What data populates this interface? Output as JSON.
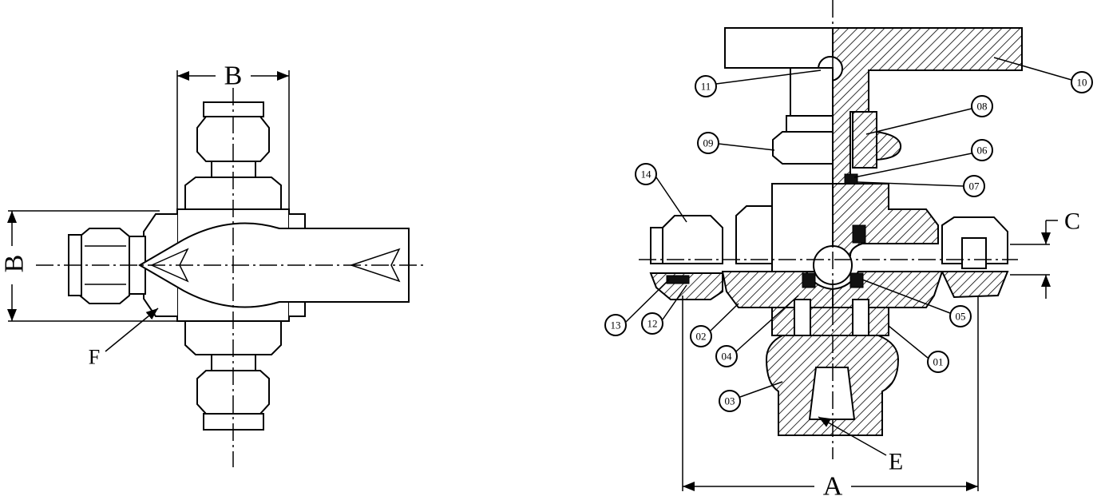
{
  "left_view": {
    "dimension_top": "B",
    "dimension_left": "B",
    "callout_f": "F"
  },
  "section_view": {
    "callouts": [
      "11",
      "10",
      "08",
      "09",
      "06",
      "07",
      "14",
      "13",
      "12",
      "02",
      "04",
      "05",
      "01",
      "03"
    ],
    "dimension_c": "C",
    "dimension_e": "E",
    "dimension_a": "A"
  }
}
